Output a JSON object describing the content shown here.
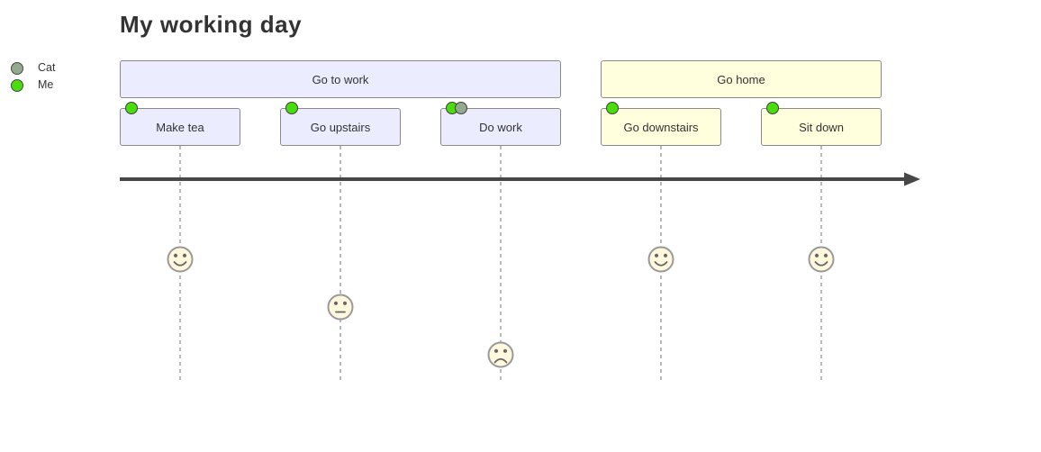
{
  "title": "My working day",
  "legend": {
    "actors": [
      {
        "name": "Cat",
        "color": "#93ab8c"
      },
      {
        "name": "Me",
        "color": "#49dd0d"
      }
    ]
  },
  "sections": [
    {
      "label": "Go to work",
      "fill": "#ECECFF"
    },
    {
      "label": "Go home",
      "fill": "#FFFFDE"
    }
  ],
  "tasks": [
    {
      "label": "Make tea",
      "score": 5,
      "face": "happy",
      "actors": [
        "Me"
      ],
      "section": 0
    },
    {
      "label": "Go upstairs",
      "score": 3,
      "face": "neutral",
      "actors": [
        "Me"
      ],
      "section": 0
    },
    {
      "label": "Do work",
      "score": 1,
      "face": "sad",
      "actors": [
        "Me",
        "Cat"
      ],
      "section": 0
    },
    {
      "label": "Go downstairs",
      "score": 5,
      "face": "happy",
      "actors": [
        "Me"
      ],
      "section": 1
    },
    {
      "label": "Sit down",
      "score": 5,
      "face": "happy",
      "actors": [
        "Me"
      ],
      "section": 1
    }
  ],
  "style": {
    "box_border": "#8a8a8a",
    "text_color": "#333333",
    "arrow_color": "#474747",
    "guideline_color": "#b3b3b3",
    "face_fill": "#FFF8DC",
    "face_stroke": "#999999",
    "face_feature": "#666666"
  }
}
